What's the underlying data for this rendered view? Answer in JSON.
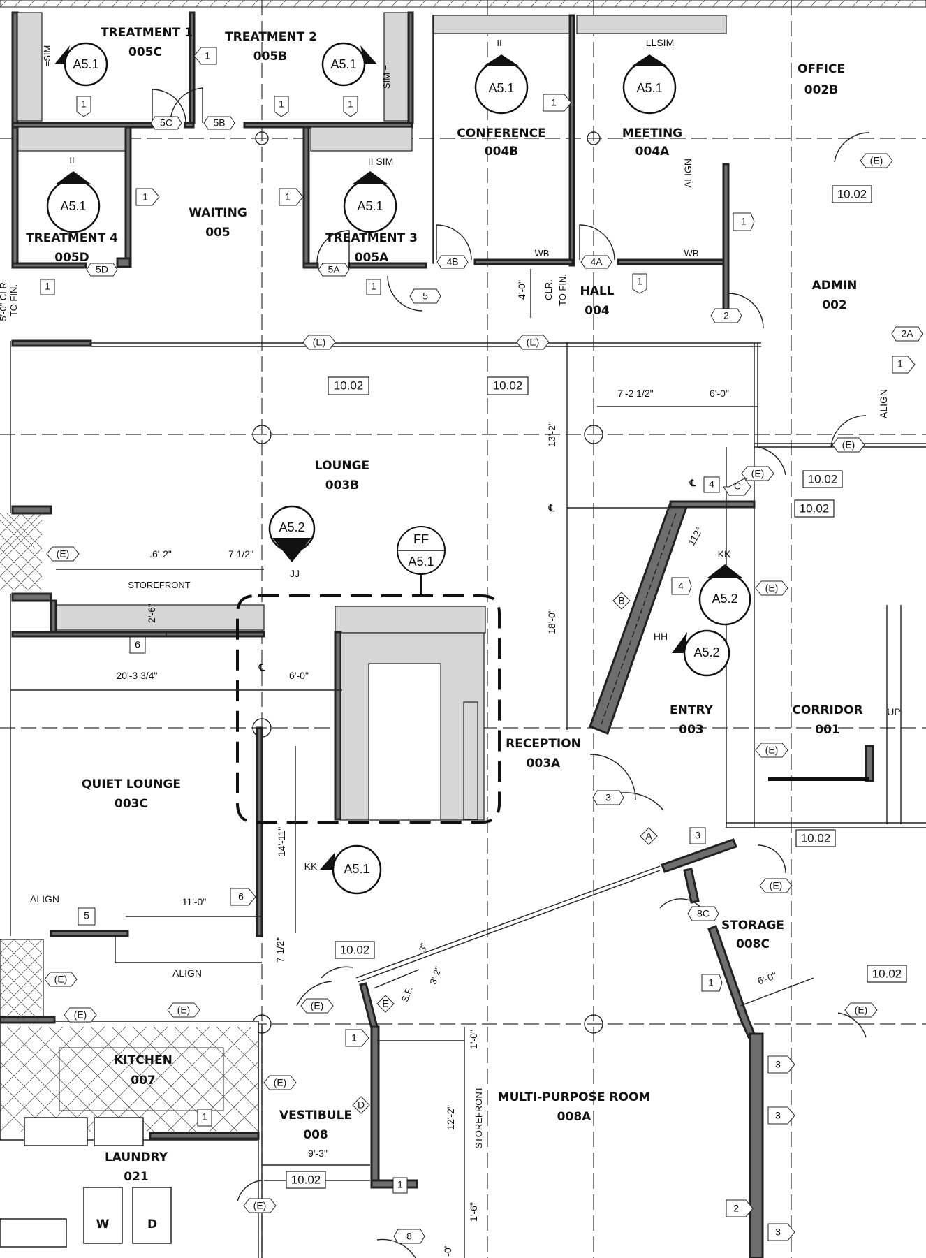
{
  "rooms": [
    {
      "name": "TREATMENT 1",
      "number": "005C"
    },
    {
      "name": "TREATMENT 2",
      "number": "005B"
    },
    {
      "name": "CONFERENCE",
      "number": "004B"
    },
    {
      "name": "MEETING",
      "number": "004A"
    },
    {
      "name": "OFFICE",
      "number": "002B"
    },
    {
      "name": "TREATMENT 4",
      "number": "005D"
    },
    {
      "name": "WAITING",
      "number": "005"
    },
    {
      "name": "TREATMENT 3",
      "number": "005A"
    },
    {
      "name": "HALL",
      "number": "004"
    },
    {
      "name": "ADMIN",
      "number": "002"
    },
    {
      "name": "LOUNGE",
      "number": "003B"
    },
    {
      "name": "ENTRY",
      "number": "003"
    },
    {
      "name": "CORRIDOR",
      "number": "001"
    },
    {
      "name": "RECEPTION",
      "number": "003A"
    },
    {
      "name": "QUIET LOUNGE",
      "number": "003C"
    },
    {
      "name": "STORAGE",
      "number": "008C"
    },
    {
      "name": "KITCHEN",
      "number": "007"
    },
    {
      "name": "VESTIBULE",
      "number": "008"
    },
    {
      "name": "MULTI-PURPOSE ROOM",
      "number": "008A"
    },
    {
      "name": "LAUNDRY",
      "number": "021"
    }
  ],
  "sections": [
    {
      "sheet": "A5.1",
      "mark": "=SIM"
    },
    {
      "sheet": "A5.1",
      "mark": "SIM ="
    },
    {
      "sheet": "A5.1",
      "mark": "II"
    },
    {
      "sheet": "A5.1",
      "mark": "LLSIM"
    },
    {
      "sheet": "A5.1",
      "mark": "II"
    },
    {
      "sheet": "A5.1",
      "mark": "II SIM"
    },
    {
      "sheet": "A5.2",
      "mark": "JJ"
    },
    {
      "sheet": "A5.2",
      "mark": "KK"
    },
    {
      "sheet": "A5.2",
      "mark": "HH"
    },
    {
      "sheet": "A5.1",
      "mark": "KK"
    }
  ],
  "elevation": {
    "mark": "FF",
    "sheet": "A5.1"
  },
  "doors": [
    "5C",
    "5B",
    "5D",
    "5A",
    "4B",
    "4A",
    "5",
    "2",
    "2A",
    "3",
    "8C",
    "8"
  ],
  "flags": [
    "1",
    "1",
    "1",
    "1",
    "1",
    "1",
    "1",
    "1",
    "1",
    "1",
    "1",
    "1",
    "4",
    "4",
    "6",
    "6",
    "5",
    "3",
    "1",
    "3",
    "3",
    "2",
    "3",
    "1",
    "1"
  ],
  "flags_lbl": "1",
  "hex": [
    "C",
    "B",
    "A",
    "E",
    "D"
  ],
  "hex_e": "(E)",
  "note_tag": "10.02",
  "dimensions": {
    "d1": "7'-2 1/2\"",
    "d2": "6'-0\"",
    "d3": "13'-2\"",
    "d4": "18'-0\"",
    "d5": "112°",
    "d6": ".6'-2\"",
    "d7": "7 1/2\"",
    "d8": "2'-6\"",
    "d9": "20'-3 3/4\"",
    "d10": "6'-0\"",
    "d11": "11'-0\"",
    "d12": "14'-11\"",
    "d13": "7 1/2\"",
    "d14": "6'-0\"",
    "d15": "3\"",
    "d16": "3'-2\"",
    "d17": "S.F.",
    "d18": "1'-0\"",
    "d19": "12'-2\"",
    "d20": "9'-3\"",
    "d21": "1'-6\"",
    "d22": "4'-0\"",
    "d23": "-0\"",
    "d24": "5'-0\" CLR."
  },
  "labels": {
    "storefront": "STOREFRONT",
    "storefront2": "STOREFRONT",
    "align1": "ALIGN",
    "align2": "ALIGN",
    "align3": "ALIGN",
    "align4": "ALIGN",
    "wb1": "WB",
    "wb2": "WB",
    "clr": "CLR.",
    "tofin": "TO FIN.",
    "clr2": "TO FIN.",
    "up": "UP",
    "cl": "℄",
    "w": "W",
    "d": "D"
  }
}
